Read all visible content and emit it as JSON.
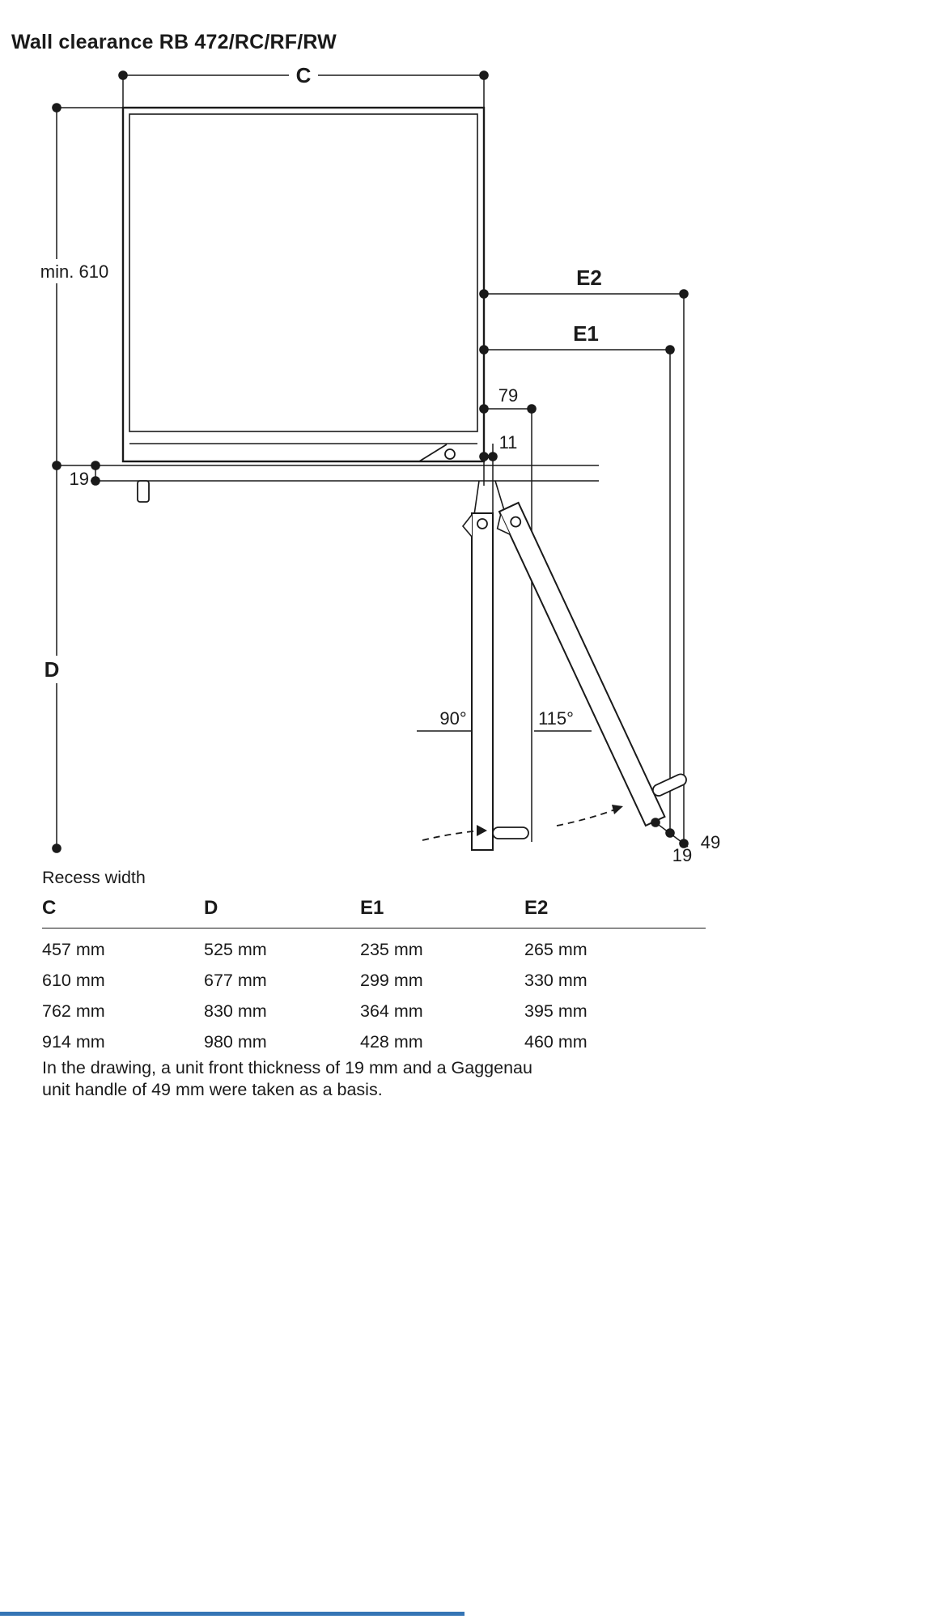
{
  "page": {
    "title": "Wall clearance RB 472/RC/RF/RW"
  },
  "diagram": {
    "labels": {
      "c": "C",
      "min_610": "min. 610",
      "d": "D",
      "e2": "E2",
      "e1": "E1",
      "n79": "79",
      "n11": "11",
      "n19_left": "19",
      "a90": "90°",
      "a115": "115°",
      "n19_right": "19",
      "n49": "49"
    }
  },
  "table": {
    "caption": "Recess width",
    "headers": [
      "C",
      "D",
      "E1",
      "E2"
    ],
    "rows": [
      [
        "457 mm",
        "525 mm",
        "235 mm",
        "265 mm"
      ],
      [
        "610 mm",
        "677 mm",
        "299 mm",
        "330 mm"
      ],
      [
        "762 mm",
        "830 mm",
        "364 mm",
        "395 mm"
      ],
      [
        "914 mm",
        "980 mm",
        "428 mm",
        "460 mm"
      ]
    ]
  },
  "footnote": {
    "line1": "In the drawing, a unit front thickness of 19 mm and a Gaggenau",
    "line2": "unit handle of 49 mm were taken as a basis."
  },
  "colors": {
    "ink": "#1a1a1a",
    "accent_bar": "#3575b5"
  }
}
